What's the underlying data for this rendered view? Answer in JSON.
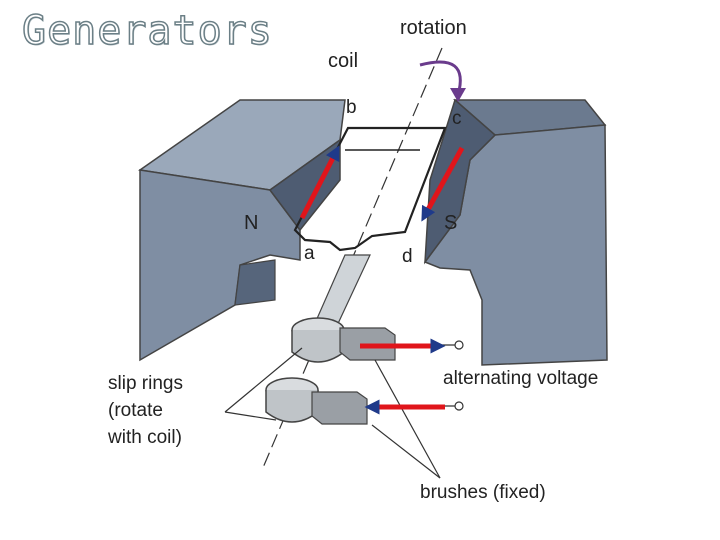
{
  "title": "Generators",
  "labels": {
    "rotation": "rotation",
    "coil": "coil",
    "b": "b",
    "c": "c",
    "n": "N",
    "s": "S",
    "a": "a",
    "d": "d",
    "alternating_voltage": "alternating voltage",
    "slip_rings_line1": "slip rings",
    "slip_rings_line2": "(rotate",
    "slip_rings_line3": "with coil)",
    "brushes": "brushes (fixed)"
  },
  "colors": {
    "magnet_face": "#7f8ea3",
    "magnet_dark": "#4e5c72",
    "magnet_top": "#9aa8ba",
    "arrow_red": "#e0151b",
    "arrow_blue": "#1f3a8a",
    "rotation_arrow": "#6a3b8c"
  }
}
